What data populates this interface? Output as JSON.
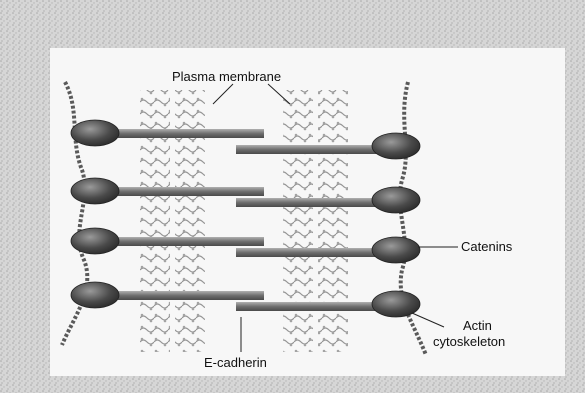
{
  "labels": {
    "plasma_membrane": "Plasma membrane",
    "catenins": "Catenins",
    "actin_line1": "Actin",
    "actin_line2": "cytoskeleton",
    "e_cadherin": "E-cadherin"
  },
  "colors": {
    "background_texture": "#c9c9c9",
    "panel": "#fafafa",
    "membrane": "#8a8a8a",
    "cadherin_rod": "#7a7a7a",
    "catenin_blob": "#4a4a4a",
    "actin": "#5a5a5a",
    "text": "#111111"
  }
}
